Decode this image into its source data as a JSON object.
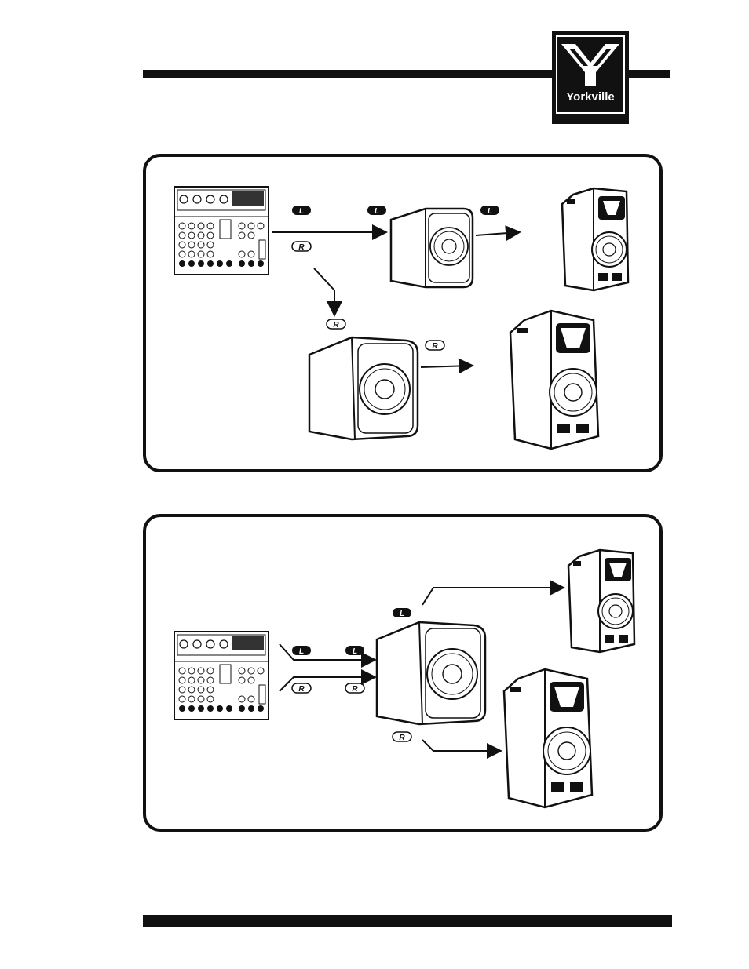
{
  "brand": {
    "name": "Yorkville",
    "colors": {
      "ink": "#111111",
      "paper": "#ffffff"
    }
  },
  "channel_labels": {
    "left": "L",
    "right": "R"
  },
  "icons": [
    "mixer-icon",
    "subwoofer-icon",
    "loudspeaker-icon",
    "arrow-icon"
  ]
}
